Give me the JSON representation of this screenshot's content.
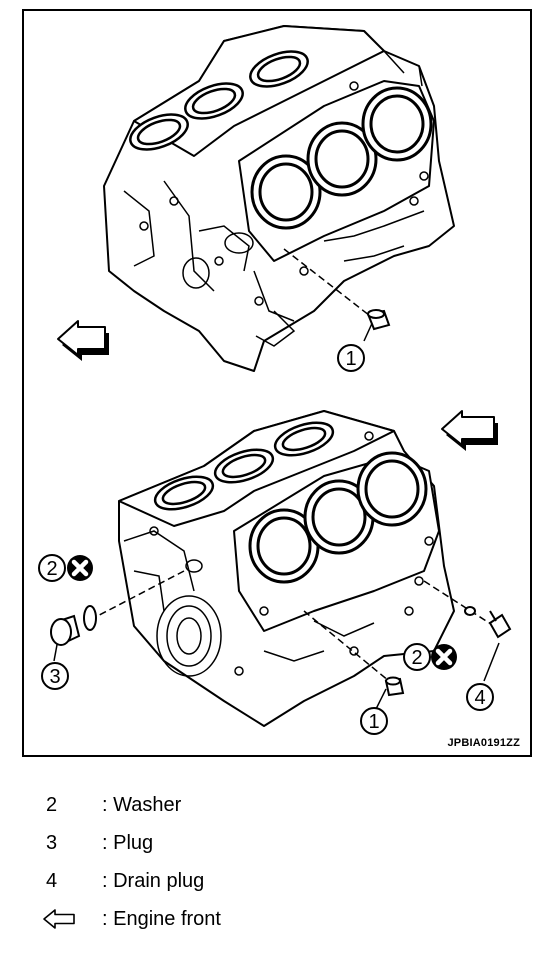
{
  "figure": {
    "code": "JPBIA0191ZZ",
    "callouts": {
      "c1_top": "1",
      "c1_bottom": "1",
      "c2_left": "2",
      "c2_right": "2",
      "c3": "3",
      "c4": "4"
    }
  },
  "legend": {
    "items": [
      {
        "key": "2",
        "text": ": Washer"
      },
      {
        "key": "3",
        "text": ": Plug"
      },
      {
        "key": "4",
        "text": ": Drain plug"
      }
    ],
    "front_text": ": Engine front"
  }
}
